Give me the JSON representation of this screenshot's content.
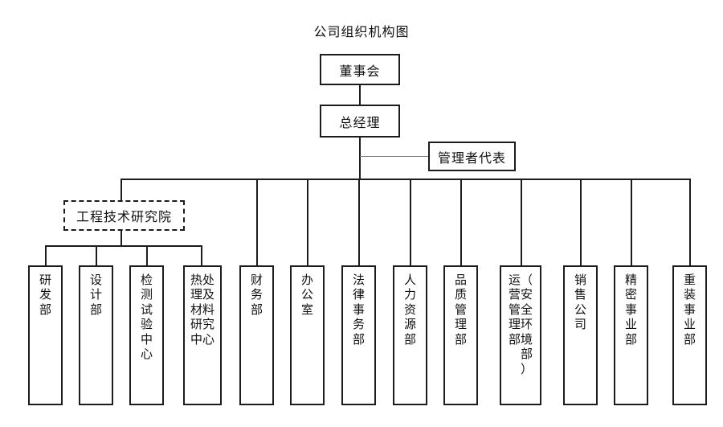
{
  "title": "公司组织机构图",
  "nodes": {
    "board": "董事会",
    "general_manager": "总经理",
    "management_rep": "管理者代表",
    "research_institute": "工程技术研究院"
  },
  "departments": [
    {
      "name": "研发部",
      "cols": [
        "研发部"
      ]
    },
    {
      "name": "设计部",
      "cols": [
        "设计部"
      ]
    },
    {
      "name": "检测试验中心",
      "cols": [
        "检测试验中心"
      ]
    },
    {
      "name": "热处理及材料研究中心",
      "cols": [
        "处及料究心",
        "热理材研中"
      ]
    },
    {
      "name": "财务部",
      "cols": [
        "财务部"
      ]
    },
    {
      "name": "办公室",
      "cols": [
        "办公室"
      ]
    },
    {
      "name": "法律事务部",
      "cols": [
        "法律事务部"
      ]
    },
    {
      "name": "人力资源部",
      "cols": [
        "人力资源部"
      ]
    },
    {
      "name": "品质管理部",
      "cols": [
        "品质管理部"
      ]
    },
    {
      "name": "运营管理部（安全环境部）",
      "cols": [
        "（安全环境部）",
        "运营管理部"
      ]
    },
    {
      "name": "销售公司",
      "cols": [
        "销售公司"
      ]
    },
    {
      "name": "精密事业部",
      "cols": [
        "精密事业部"
      ]
    },
    {
      "name": "重装事业部",
      "cols": [
        "重装事业部"
      ]
    }
  ],
  "chart_data": {
    "type": "diagram",
    "title": "公司组织机构图",
    "diagram_kind": "organization-chart",
    "levels": [
      {
        "level": 1,
        "nodes": [
          "董事会"
        ]
      },
      {
        "level": 2,
        "nodes": [
          "总经理"
        ],
        "side_nodes": [
          "管理者代表"
        ]
      },
      {
        "level": 3,
        "nodes": [
          "工程技术研究院"
        ],
        "style": "dashed"
      },
      {
        "level": 4,
        "nodes": [
          "研发部",
          "设计部",
          "检测试验中心",
          "热处理及材料研究中心",
          "财务部",
          "办公室",
          "法律事务部",
          "人力资源部",
          "品质管理部",
          "运营管理部（安全环境部）",
          "销售公司",
          "精密事业部",
          "重装事业部"
        ]
      }
    ],
    "edges": [
      {
        "from": "董事会",
        "to": "总经理"
      },
      {
        "from": "总经理",
        "to": "管理者代表",
        "style": "thin"
      },
      {
        "from": "总经理",
        "to": "工程技术研究院"
      },
      {
        "from": "工程技术研究院",
        "to": "研发部"
      },
      {
        "from": "工程技术研究院",
        "to": "设计部"
      },
      {
        "from": "工程技术研究院",
        "to": "检测试验中心"
      },
      {
        "from": "工程技术研究院",
        "to": "热处理及材料研究中心"
      },
      {
        "from": "总经理",
        "to": "财务部"
      },
      {
        "from": "总经理",
        "to": "办公室"
      },
      {
        "from": "总经理",
        "to": "法律事务部"
      },
      {
        "from": "总经理",
        "to": "人力资源部"
      },
      {
        "from": "总经理",
        "to": "品质管理部"
      },
      {
        "from": "总经理",
        "to": "运营管理部（安全环境部）"
      },
      {
        "from": "总经理",
        "to": "销售公司"
      },
      {
        "from": "总经理",
        "to": "精密事业部"
      },
      {
        "from": "总经理",
        "to": "重装事业部"
      }
    ],
    "colors": {
      "line": "#1c1c1c",
      "thin_line": "#777777",
      "box_fill": "#ffffff",
      "text": "#111111"
    }
  }
}
